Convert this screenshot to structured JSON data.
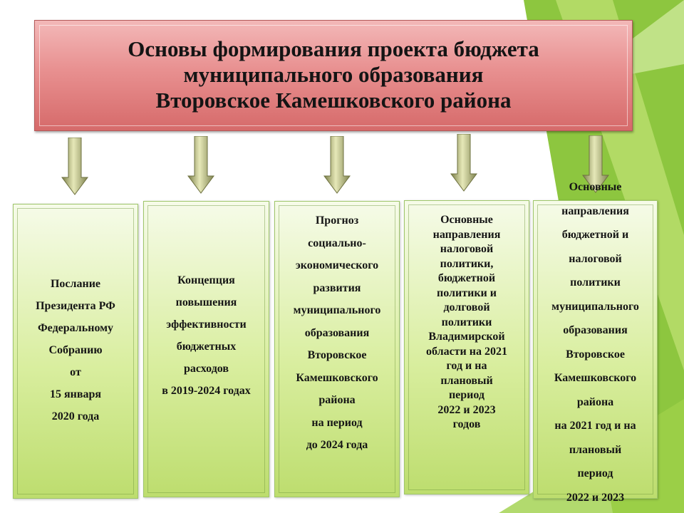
{
  "title": {
    "lines": [
      "Основы формирования проекта бюджета",
      "муниципального образования",
      "Второвское Камешковского района"
    ]
  },
  "colors": {
    "title_fill": "#e38a8a",
    "box_fill": "#cfe78c",
    "decor_green": "#8dc63f",
    "arrow_fill": "#a3a76a"
  },
  "boxes": [
    {
      "lines": [
        "Послание",
        "Президента РФ",
        "Федеральному",
        "Собранию",
        "от",
        "15 января",
        "2020 года"
      ]
    },
    {
      "lines": [
        "Концепция",
        "повышения",
        "эффективности",
        "бюджетных",
        "расходов",
        "в 2019-2024 годах"
      ]
    },
    {
      "lines": [
        "Прогноз",
        "социально-",
        "экономического",
        "развития",
        "муниципального",
        "образования",
        "Второвское",
        "Камешковского",
        "района",
        "на период",
        "до 2024 года"
      ]
    },
    {
      "lines": [
        "Основные",
        "направления",
        "налоговой",
        "политики,",
        "бюджетной",
        "политики и",
        "долговой",
        "политики",
        "Владимирской",
        "области на 2021",
        "год и на",
        "плановый",
        "период",
        "2022 и 2023",
        "годов"
      ]
    },
    {
      "lines": [
        "Основные",
        "направления",
        "бюджетной и",
        "налоговой",
        "политики",
        "муниципального",
        "образования",
        "Второвское",
        "Камешковского",
        "района",
        "на 2021 год и на",
        "плановый",
        "период",
        "2022 и 2023"
      ]
    }
  ]
}
